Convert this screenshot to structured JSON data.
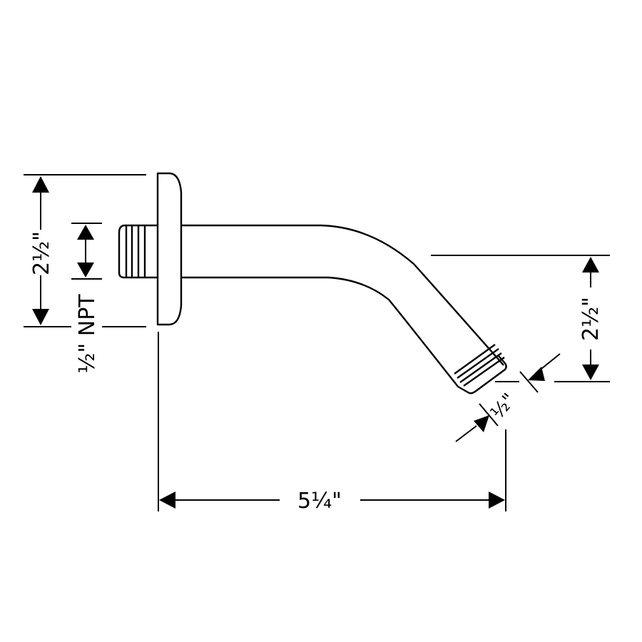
{
  "drawing": {
    "subject": "shower arm",
    "stroke_color": "#000000",
    "background_color": "#ffffff"
  },
  "dimensions": {
    "flange_height": {
      "whole": "2",
      "fraction": "1/2",
      "unit": "\"",
      "text": "2 1/2\""
    },
    "inlet_thread": {
      "fraction": "1/2",
      "unit": "\"",
      "suffix": "NPT",
      "text": "1/2\" NPT"
    },
    "outlet_drop": {
      "whole": "2",
      "fraction": "1/2",
      "unit": "\"",
      "text": "2 1/2\""
    },
    "outlet_thread": {
      "fraction": "1/2",
      "unit": "\"",
      "text": "1/2\""
    },
    "overall_length": {
      "whole": "5",
      "fraction": "1/4",
      "unit": "\"",
      "text": "5 1/4\""
    }
  },
  "labels": {
    "flange_height": "2½\"",
    "inlet_thread": "½\" NPT",
    "outlet_drop": "2½\"",
    "outlet_thread": "½\"",
    "overall_length": "5¼\""
  }
}
